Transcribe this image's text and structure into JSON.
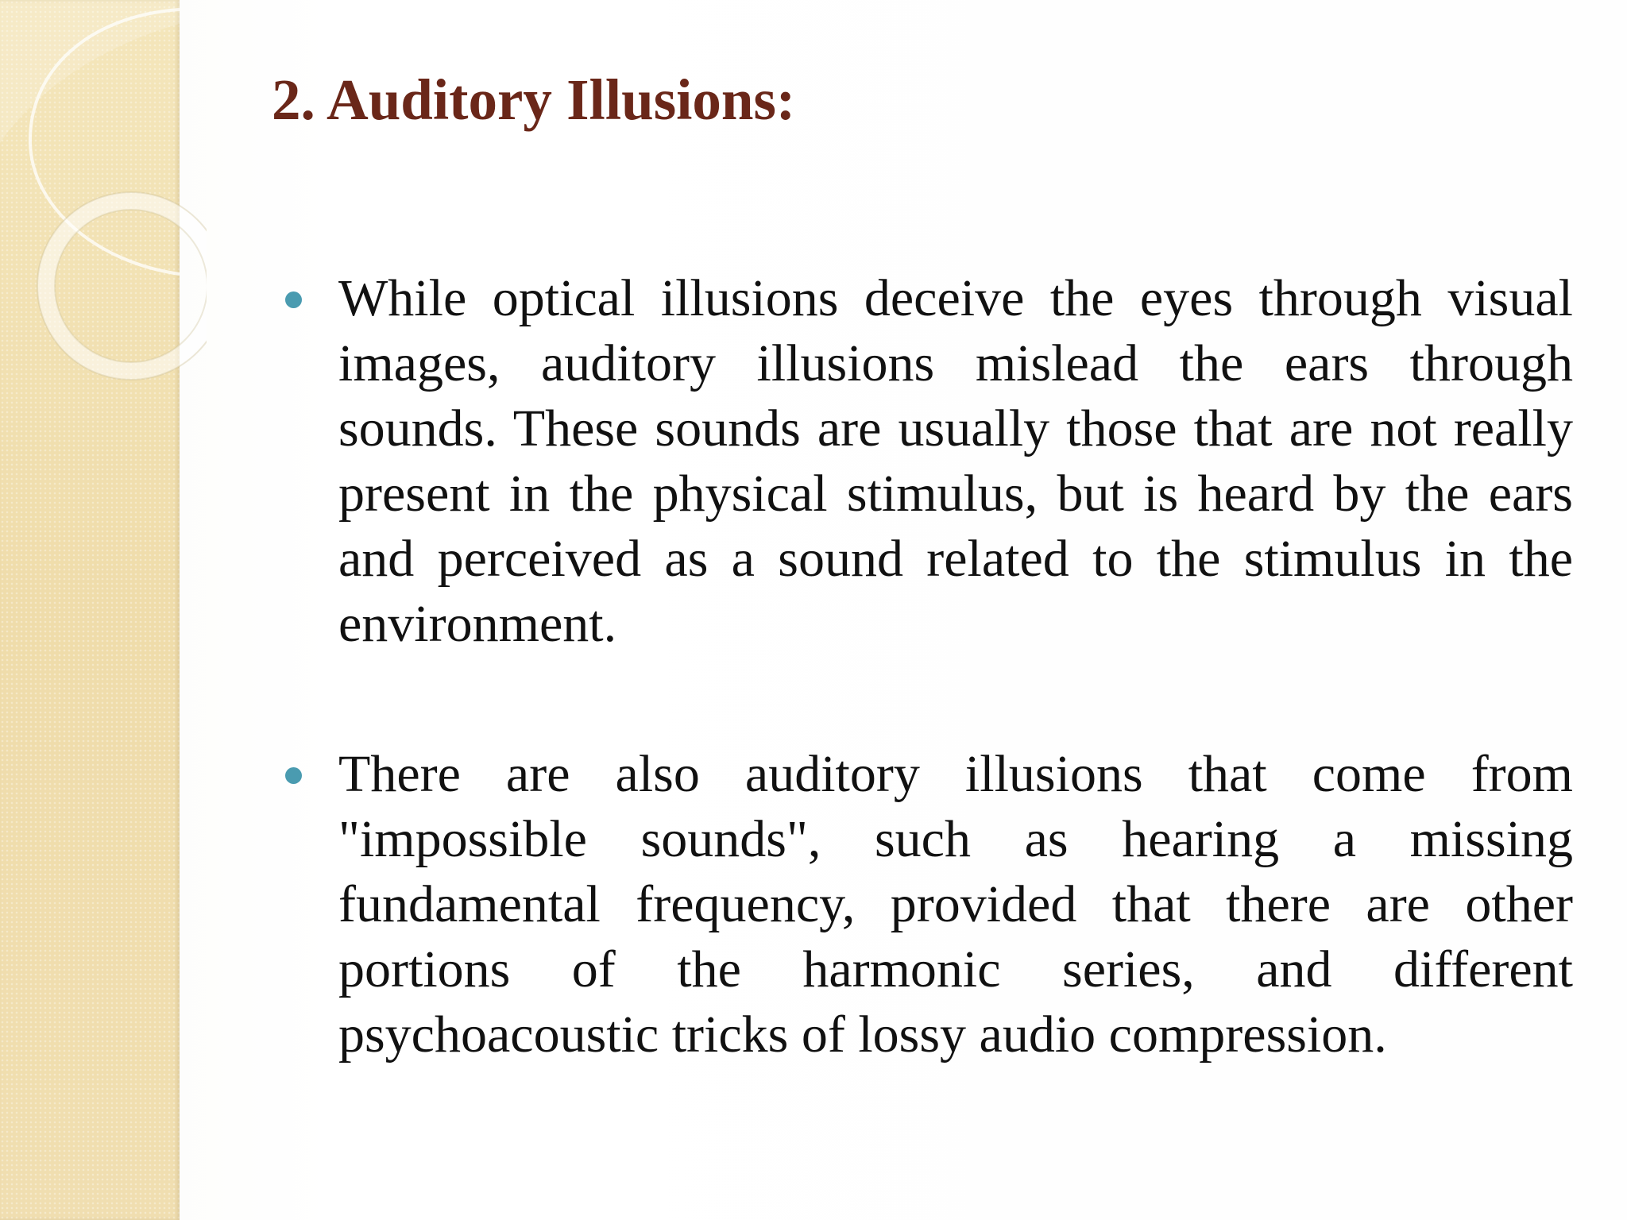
{
  "slide": {
    "title": "2. Auditory Illusions:",
    "bullets": [
      {
        "text": "While optical illusions deceive the eyes through visual images, auditory illusions mislead the ears through sounds. These sounds are usually those that are not really present in the physical stimulus, but is heard by the ears and perceived as a sound related to the stimulus in the environment."
      },
      {
        "text": "There are also auditory illusions that come from \"impossible sounds\", such as hearing a missing fundamental frequency, provided that there are other portions of the harmonic series, and different psychoacoustic tricks of lossy audio compression."
      }
    ]
  },
  "colors": {
    "title": "#6a2719",
    "body_text": "#111111",
    "bullet": "#4a9bb0",
    "side_panel": "#f1e2b3"
  },
  "icons": {
    "bullet": "round-bullet-icon",
    "decoration": "ring-decoration-icon"
  }
}
